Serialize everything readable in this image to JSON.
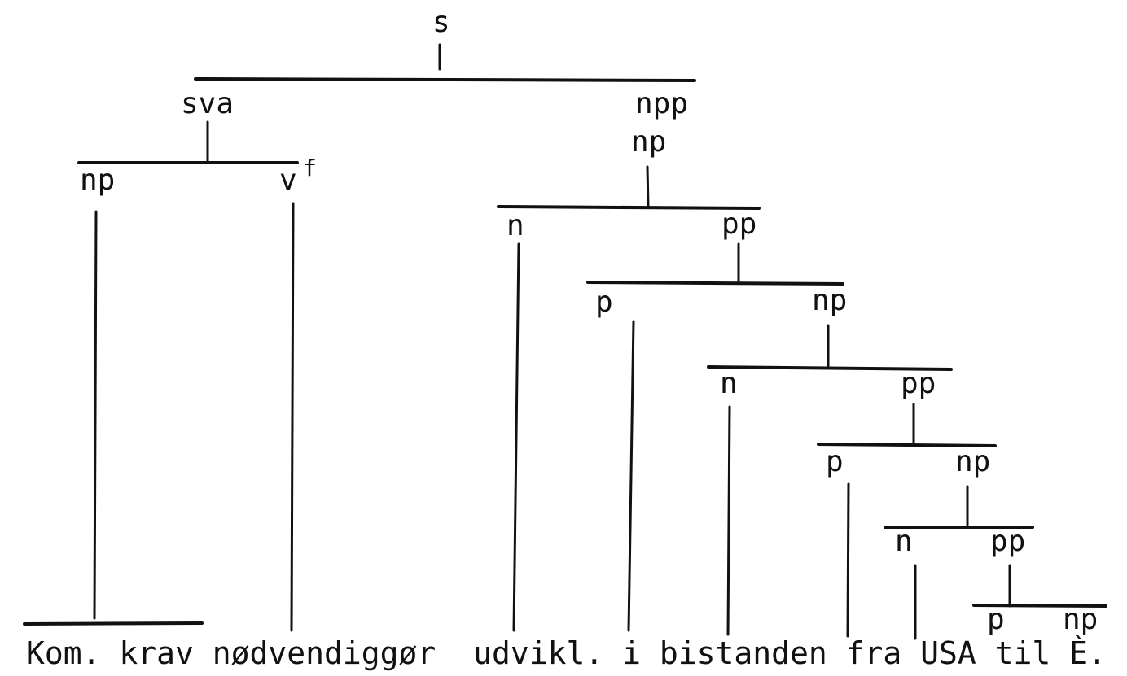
{
  "tree": {
    "root": "s",
    "left_constituent": "sva",
    "right_constituent": "npp",
    "sva_np": "np",
    "sva_v": "v",
    "v_feature": "f",
    "npp_np": "np",
    "np1_n": "n",
    "np1_pp": "pp",
    "pp1_p": "p",
    "pp1_np": "np",
    "np2_n": "n",
    "np2_pp": "pp",
    "pp2_p": "p",
    "pp2_np": "np",
    "np3_n": "n",
    "np3_pp": "pp",
    "pp3_p": "p",
    "pp3_np": "np"
  },
  "sentence": {
    "text": "Kom. krav nødvendiggør  udvikl. i bistanden fra USA til È."
  }
}
